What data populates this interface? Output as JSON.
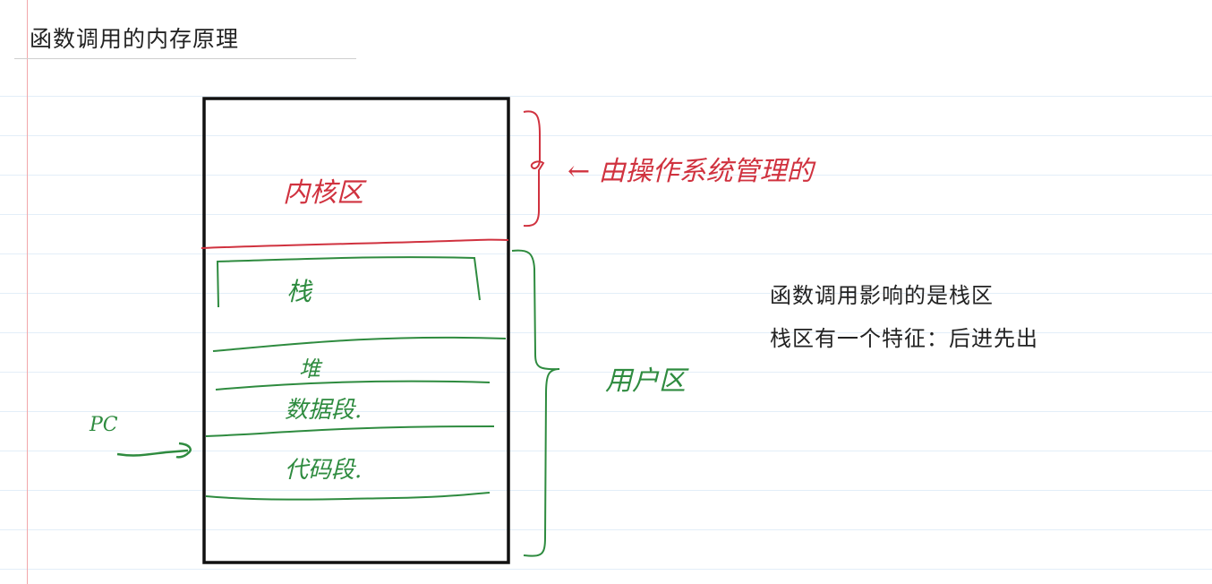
{
  "page": {
    "title": "函数调用的内存原理"
  },
  "diagram": {
    "kernel_area_label": "内核区",
    "kernel_annotation": "← 由操作系统管理的",
    "user_area_label": "用户区",
    "segments": [
      {
        "label": "栈"
      },
      {
        "label": "堆"
      },
      {
        "label": "数据段."
      },
      {
        "label": "代码段."
      }
    ],
    "pc_label": "PC",
    "colors": {
      "kernel": "#d0323f",
      "user": "#2e8b3f",
      "box": "#111111",
      "margin": "#f2a7aa",
      "ruled_line": "#e3eef8"
    }
  },
  "notes": [
    {
      "text": "函数调用影响的是栈区"
    },
    {
      "text": "栈区有一个特征：后进先出"
    }
  ]
}
